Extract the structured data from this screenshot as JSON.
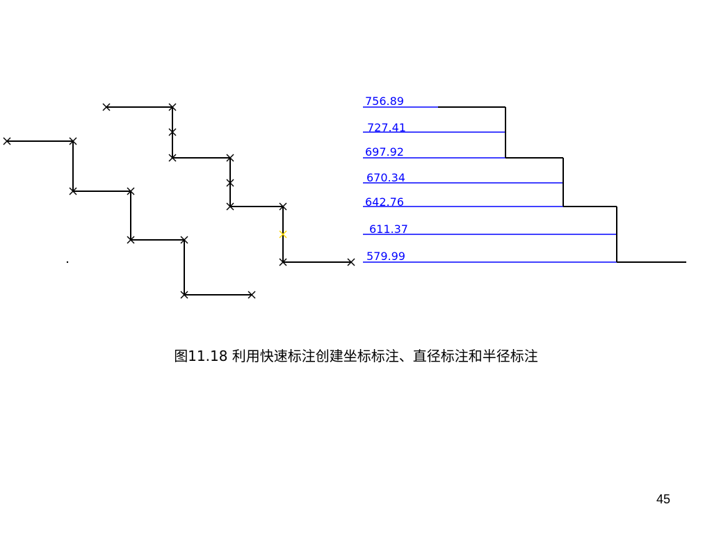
{
  "caption": "图11.18  利用快速标注创建坐标标注、直径标注和半径标注",
  "page_number": "45",
  "ordinate_labels": [
    "756.89",
    "727.41",
    "697.92",
    "670.34",
    "642.76",
    "611.37",
    "579.99"
  ],
  "colors": {
    "geometry": "#000000",
    "dimension": "#0000ff",
    "highlight_marker": "#ffd700"
  }
}
